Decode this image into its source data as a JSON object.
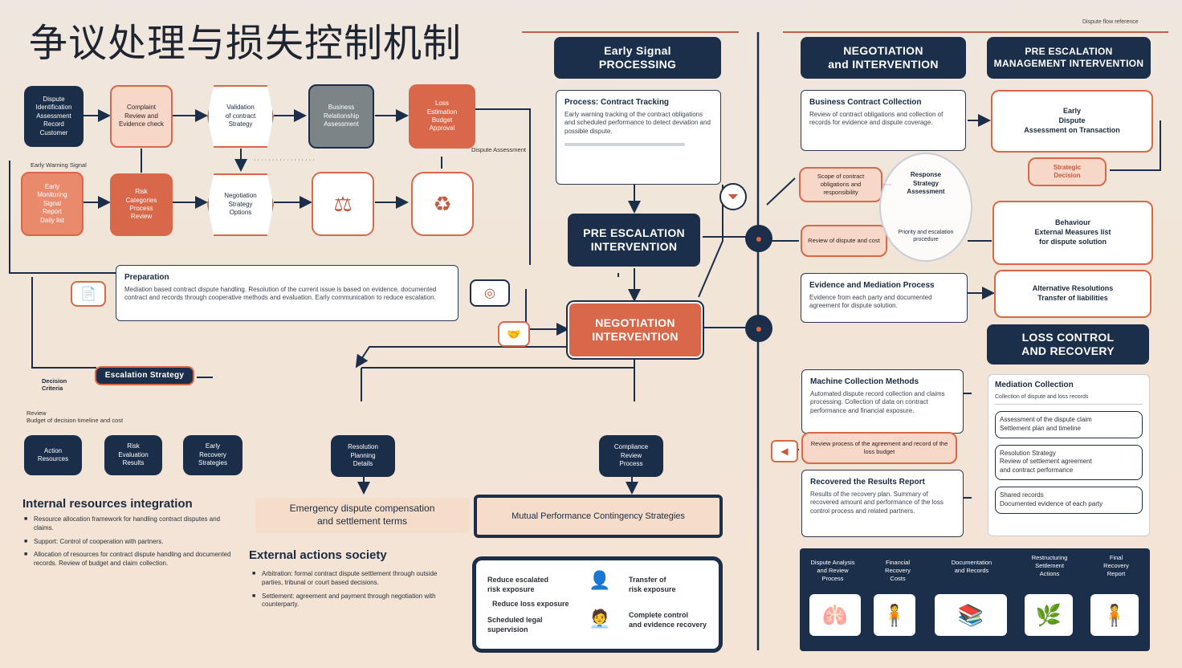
{
  "title": "争议处理与损失控制机制",
  "top_right_note": "Dispute flow reference",
  "left_flow": {
    "row1": [
      "Dispute\nIdentification\nAssessment\nRecord\nCustomer",
      "Complaint\nReview and\nEvidence check",
      "Validation\nof contract\nStrategy",
      "Business\nRelationship\nAssessment",
      "Loss\nEstimation\nBudget\nApproval"
    ],
    "row2": [
      "Early\nMonitoring\nSignal\nReport\nDaily list",
      "Risk\nCategories\nProcess\nReview",
      "Negotiation\nStrategy\nOptions",
      "",
      ""
    ],
    "row1_side_label": "Dispute Assessment",
    "row2_below_label": "Early Warning Signal"
  },
  "wide_card": {
    "head": "Preparation",
    "body": "Mediation based contract dispute handling. Resolution of the current issue is based on evidence, documented contract and records through cooperative methods and evaluation. Early communication to reduce escalation."
  },
  "strategy_pill": "Escalation Strategy",
  "strategy_side": "Decision\nCriteria",
  "strategy_note": "Review\nBudget of decision timeline and cost",
  "navy_small": [
    "Action\nResources",
    "Risk\nEvaluation\nResults",
    "Early\nRecovery\nStrategies"
  ],
  "center_lower": [
    "Resolution\nPlanning\nDetails",
    "Compliance\nReview\nProcess"
  ],
  "internal": {
    "heading": "Internal resources integration",
    "items": [
      "Resource allocation framework for handling contract disputes and claims.",
      "Support: Control of cooperation with partners.",
      "Allocation of resources for contract dispute handling and documented records. Review of budget and claim collection."
    ]
  },
  "emergency_box": "Emergency dispute compensation\nand settlement terms",
  "external": {
    "heading": "External actions society",
    "items": [
      "Arbitration: formal contract dispute settlement through outside parties, tribunal or court based decisions.",
      "Settlement: agreement and payment through negotiation with counterparty."
    ]
  },
  "mutual_box": "Mutual Performance Contingency Strategies",
  "bottom_center": {
    "items": [
      "Reduce escalated\nrisk exposure",
      "Reduce loss exposure",
      "Scheduled legal\nsupervision"
    ],
    "right_items": [
      "Transfer of\nrisk exposure",
      "Complete control\nand evidence recovery"
    ]
  },
  "center_column": {
    "early_signal": "Early Signal\nPROCESSING",
    "process_card": {
      "head": "Process: Contract Tracking",
      "body": "Early warning tracking of the contract obligations and scheduled performance to detect deviation and possible dispute."
    },
    "pre_escalation": "PRE ESCALATION\nINTERVENTION",
    "negotiation": "NEGOTIATION\nINTERVENTION"
  },
  "right_column": {
    "negotiation_header": "NEGOTIATION\nand INTERVENTION",
    "pre_header": "PRE ESCALATION\nMANAGEMENT INTERVENTION",
    "card1": {
      "head": "Business Contract Collection",
      "body": "Review of contract obligations and collection of records for evidence and dispute coverage."
    },
    "box_early": "Early\nDispute\nAssessment on Transaction",
    "box_strategy": "Strategic\nDecision",
    "peach1": "Scope of contract\nobligations and\nresponsibility",
    "peach2": "Review of dispute and cost",
    "circle_text": "Response\nStrategy\nAssessment",
    "circle_sub": "Priority and escalation\nprocedure",
    "box_behavior": "Behaviour\nExternal Measures list\nfor dispute solution",
    "card2": {
      "head": "Evidence and Mediation Process",
      "body": "Evidence from each party and documented agreement for dispute solution."
    },
    "box_alternative": "Alternative Resolutions\nTransfer of liabilities",
    "loss_header": "LOSS CONTROL\nAND RECOVERY",
    "card3": {
      "head": "Machine Collection Methods",
      "body": "Automated dispute record collection and claims processing. Collection of data on contract performance and financial exposure."
    },
    "peach3": "Review process of the agreement and record of the loss budget",
    "card4": {
      "head": "Recovered the Results Report",
      "body": "Results of the recovery plan. Summary of recovered amount and performance of the loss control process and related partners."
    },
    "panel_head": "Mediation Collection",
    "panel_sub": "Collection of dispute and loss records",
    "panel_items": [
      "Assessment of the dispute claim\nSettlement plan and timeline",
      "Resolution Strategy\nReview of settlement agreement\nand contract performance",
      "Shared records\nDocumented evidence of each party"
    ]
  },
  "bottom_strip": {
    "cols": [
      "Dispute Analysis\nand Review\nProcess",
      "Financial\nRecovery\nCosts",
      "Documentation\nand Records",
      "Restructuring\nSettlement\nActions",
      "Final\nRecovery\nReport"
    ],
    "icons": [
      "🫁",
      "🧍",
      "📚",
      "🌿",
      "🧍"
    ]
  },
  "colors": {
    "navy": "#1b2e4a",
    "coral": "#d9684b",
    "peach": "#f7d8c8",
    "background": "#f1e5d8"
  }
}
